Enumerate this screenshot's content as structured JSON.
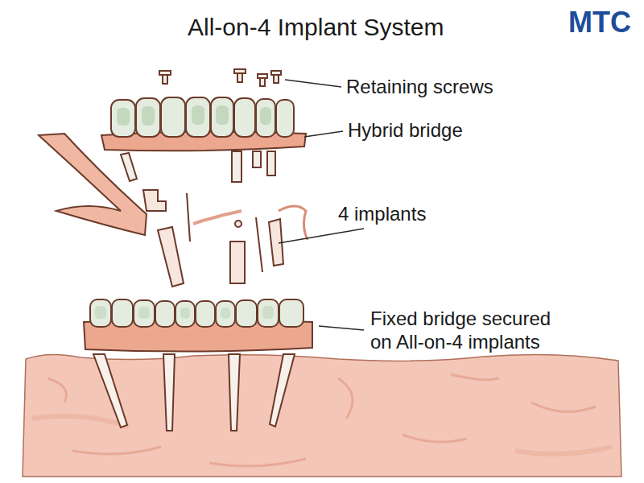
{
  "diagram": {
    "title": "All-on-4 Implant System",
    "labels": [
      "MTC",
      "Retaining screws",
      "Hybrid bridge",
      "4 implants",
      "Fixed bridge secured on All-on-4 implants"
    ]
  }
}
